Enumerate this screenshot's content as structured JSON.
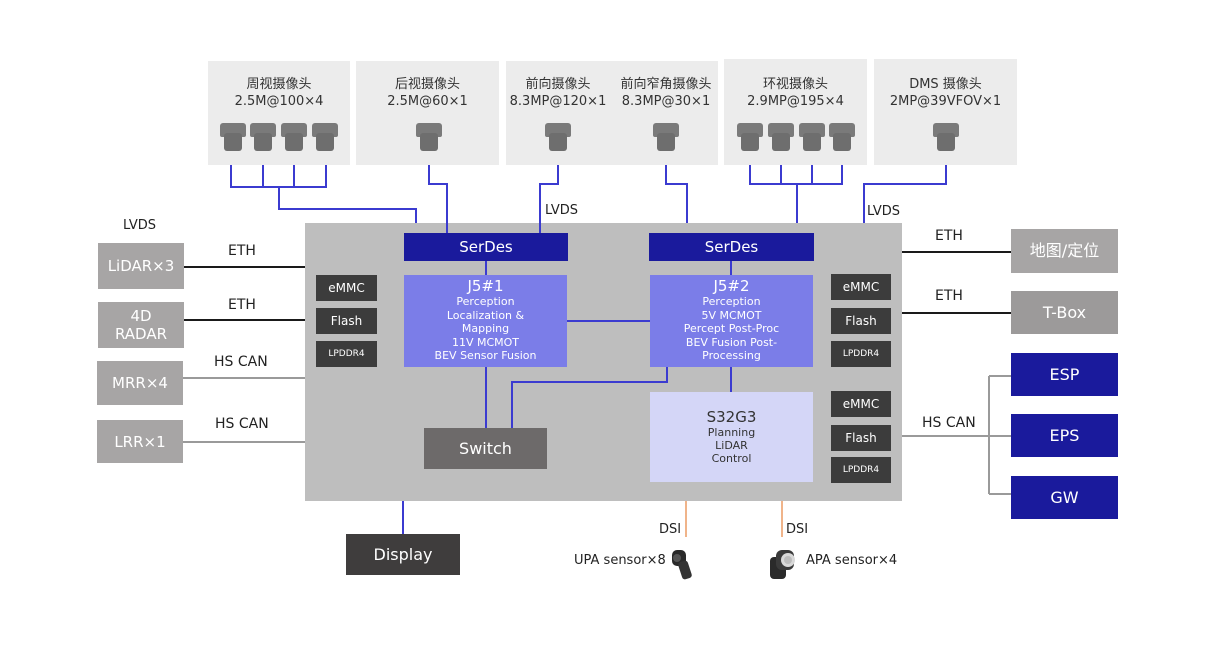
{
  "cameras": [
    {
      "title": "周视摄像头",
      "spec": "2.5M@100×4"
    },
    {
      "title": "后视摄像头",
      "spec": "2.5M@60×1"
    },
    {
      "title": "前向摄像头",
      "spec": "8.3MP@120×1"
    },
    {
      "title": "前向窄角摄像头",
      "spec": "8.3MP@30×1"
    },
    {
      "title": "环视摄像头",
      "spec": "2.9MP@195×4"
    },
    {
      "title": "DMS 摄像头",
      "spec": "2MP@39VFOV×1"
    }
  ],
  "links": {
    "lvds_left": "LVDS",
    "lvds_mid": "LVDS",
    "lvds_right": "LVDS",
    "eth_1": "ETH",
    "eth_2": "ETH",
    "hscan_1": "HS CAN",
    "hscan_2": "HS CAN",
    "eth_right_1": "ETH",
    "eth_right_2": "ETH",
    "hscan_right": "HS CAN",
    "dsi_1": "DSI",
    "dsi_2": "DSI"
  },
  "left_devices": [
    "LiDAR×3",
    "4D\nRADAR",
    "MRR×4",
    "LRR×1"
  ],
  "right_devices": {
    "map": "地图/定位",
    "tbox": "T-Box",
    "esp": "ESP",
    "eps": "EPS",
    "gw": "GW"
  },
  "memory": {
    "emmc": "eMMC",
    "flash": "Flash",
    "lpddr": "LPDDR4"
  },
  "serdes": {
    "left": "SerDes",
    "right": "SerDes"
  },
  "j5_1": {
    "title": "J5#1",
    "lines": [
      "Perception",
      "Localization &",
      "Mapping",
      "11V MCMOT",
      "BEV Sensor Fusion"
    ]
  },
  "j5_2": {
    "title": "J5#2",
    "lines": [
      "Perception",
      "5V MCMOT",
      "Percept Post-Proc",
      "BEV Fusion Post-",
      "Processing"
    ]
  },
  "s32g3": {
    "title": "S32G3",
    "lines": [
      "Planning",
      "LiDAR",
      "Control"
    ]
  },
  "switch": "Switch",
  "display": "Display",
  "sensors": {
    "upa": "UPA sensor×8",
    "apa": "APA sensor×4"
  },
  "colors": {
    "link_blue": "#3b3bd0",
    "link_dark": "#1a1a1a",
    "link_gray": "#999999",
    "dsi_orange": "#f0b48a",
    "soc_blue": "#7b7de8",
    "serdes_blue": "#1a1a9c"
  }
}
